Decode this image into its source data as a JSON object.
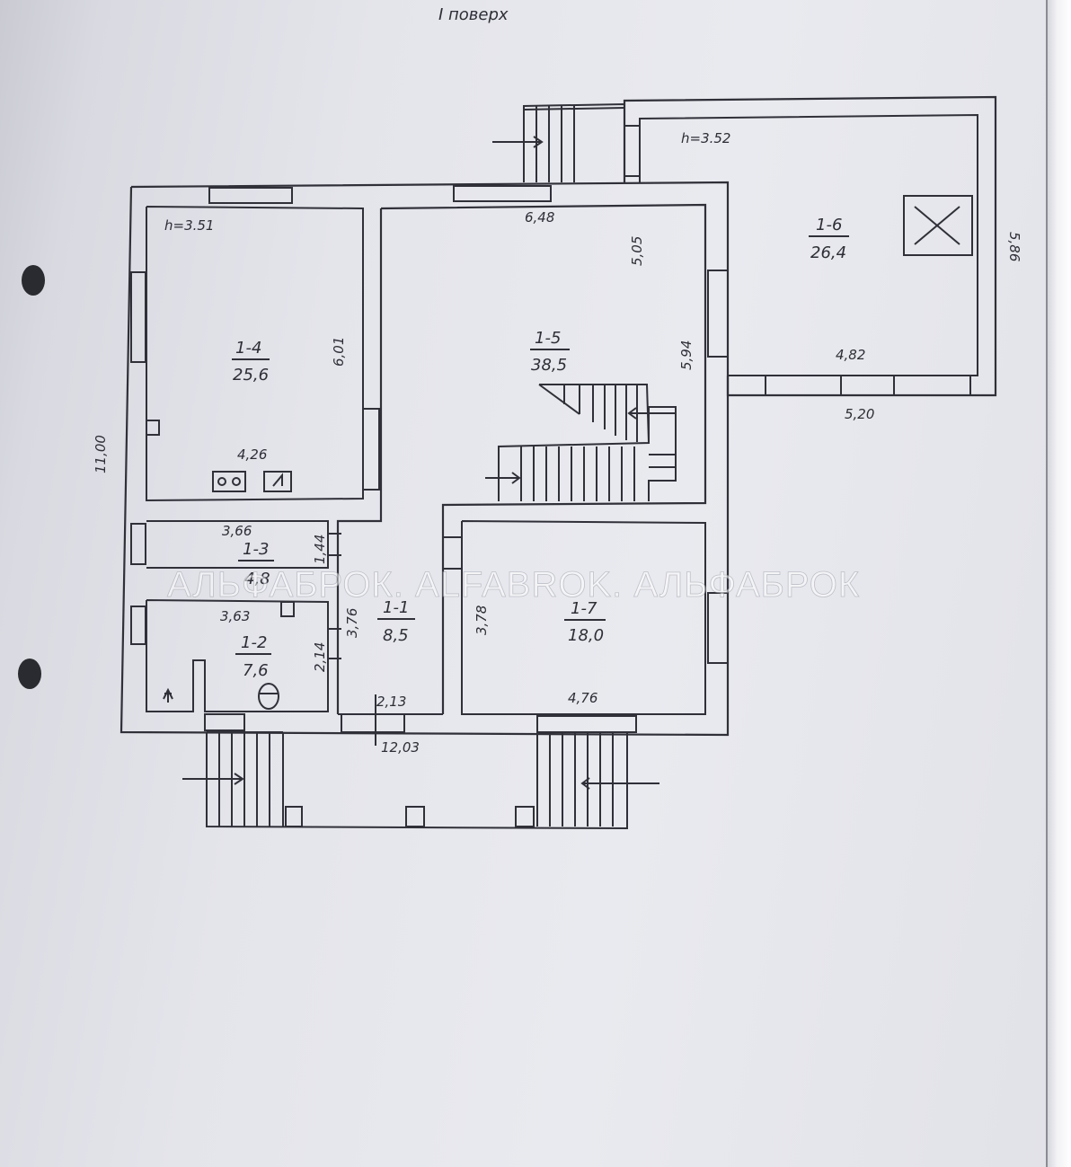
{
  "title": "I поверх",
  "watermark": "АЛЬФАБРОК. ALFABROK. АЛЬФАБРОК",
  "rooms": [
    {
      "id": "1-1",
      "area": "8,5"
    },
    {
      "id": "1-2",
      "area": "7,6"
    },
    {
      "id": "1-3",
      "area": "4,8"
    },
    {
      "id": "1-4",
      "area": "25,6"
    },
    {
      "id": "1-5",
      "area": "38,5"
    },
    {
      "id": "1-6",
      "area": "26,4"
    },
    {
      "id": "1-7",
      "area": "18,0"
    }
  ],
  "heights": {
    "h1": "h=3.51",
    "h2": "h=3.52"
  },
  "dimensions": {
    "d648": "6,48",
    "d505": "5,05",
    "d594": "5,94",
    "d601": "6,01",
    "d426": "4,26",
    "d1100": "11,00",
    "d366": "3,66",
    "d144": "1,44",
    "d363": "3,63",
    "d376": "3,76",
    "d214": "2,14",
    "d213": "2,13",
    "d1203": "12,03",
    "d378": "3,78",
    "d476": "4,76",
    "d482": "4,82",
    "d520": "5,20",
    "d586": "5,86"
  }
}
